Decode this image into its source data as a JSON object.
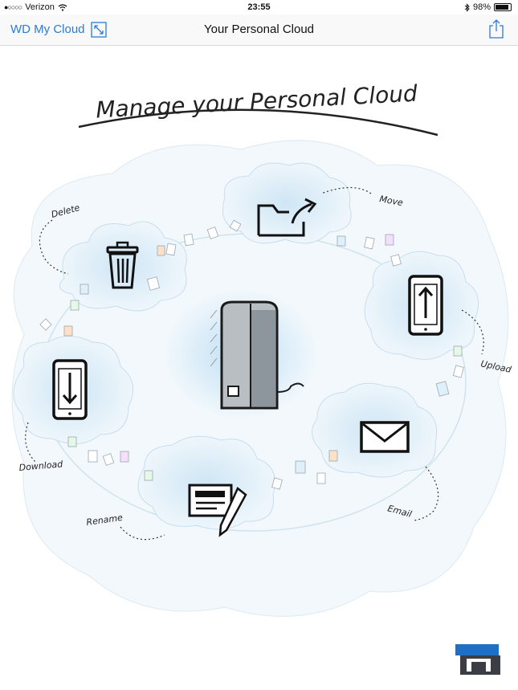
{
  "status_bar": {
    "carrier": "Verizon",
    "time": "23:55",
    "battery": "98%",
    "battery_level": 0.98
  },
  "nav_bar": {
    "back_label": "WD My Cloud",
    "title": "Your Personal Cloud"
  },
  "illustration": {
    "heading": "Manage your Personal Cloud",
    "actions": {
      "delete": "Delete",
      "move": "Move",
      "upload": "Upload",
      "email": "Email",
      "rename": "Rename",
      "download": "Download"
    }
  },
  "colors": {
    "accent": "#2a7bd8",
    "cloud_tint": "#dcecf7"
  }
}
